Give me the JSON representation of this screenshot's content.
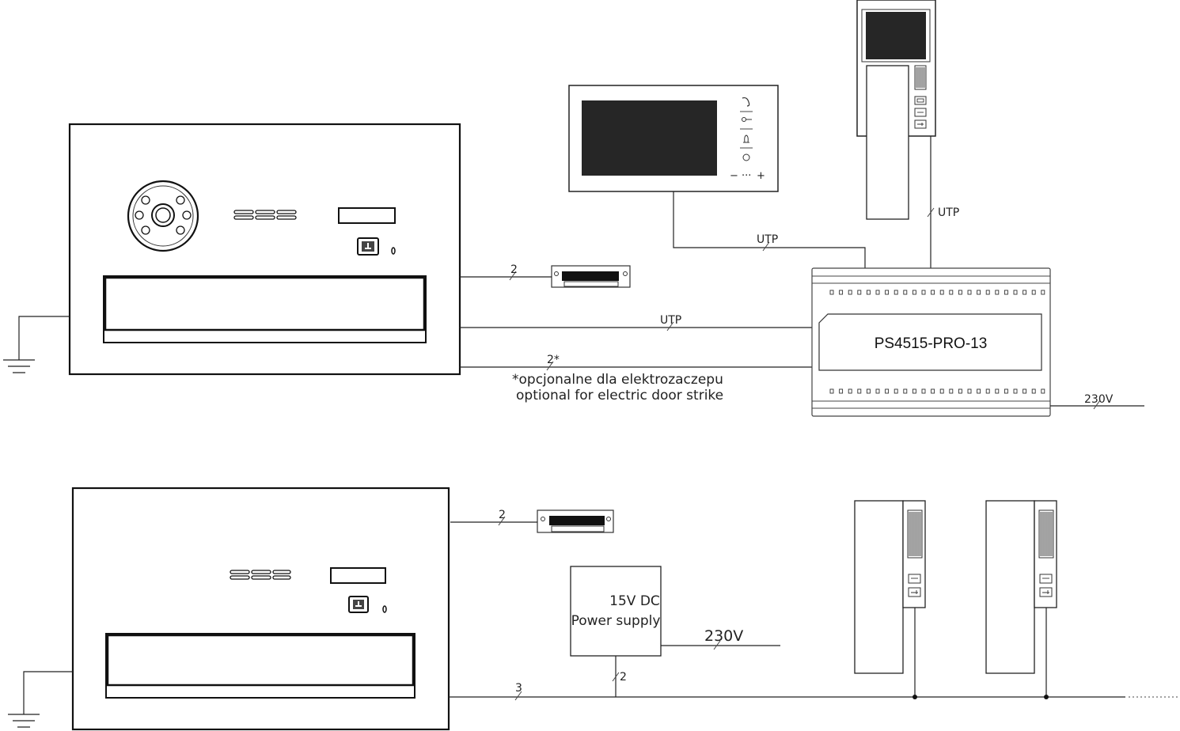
{
  "diagram": {
    "controller_label": "PS4515-PRO-13",
    "note_line1": "*opcjonalne dla elektrozaczepu",
    "note_line2": "optional for electric door strike",
    "power_supply_line1": "15V DC",
    "power_supply_line2": "Power supply",
    "wire_labels": {
      "monitor_utp": "UTP",
      "handset_utp": "UTP",
      "panel_utp": "UTP",
      "strike_top": "2",
      "optional_strike": "2*",
      "mains_top": "230V",
      "strike_bottom": "2",
      "mains_bottom": "230V",
      "psu_out": "2",
      "bus_bottom": "3"
    }
  }
}
